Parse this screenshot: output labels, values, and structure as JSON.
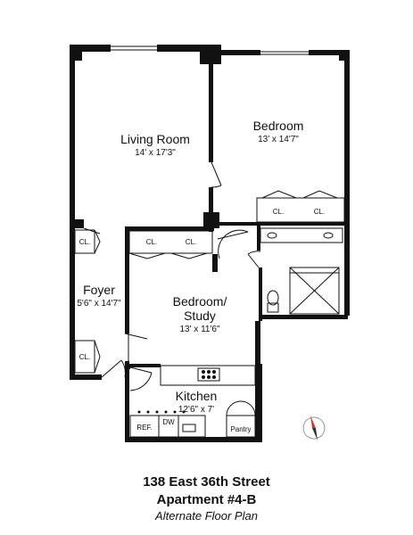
{
  "rooms": {
    "living_room": {
      "name": "Living Room",
      "dims": "14' x 17'3\""
    },
    "bedroom": {
      "name": "Bedroom",
      "dims": "13' x 14'7\""
    },
    "bedroom_study": {
      "name_line1": "Bedroom/",
      "name_line2": "Study",
      "dims": "13' x 11'6\""
    },
    "foyer": {
      "name": "Foyer",
      "dims": "5'6\" x 14'7\""
    },
    "kitchen": {
      "name": "Kitchen",
      "dims": "12'6\" x 7'"
    }
  },
  "fixtures": {
    "closet": "CL.",
    "refrigerator": "REF.",
    "dishwasher": "DW",
    "pantry": "Pantry"
  },
  "footer": {
    "address": "138 East 36th Street",
    "apartment": "Apartment #4-B",
    "subtitle": "Alternate Floor Plan"
  },
  "colors": {
    "wall": "#111111",
    "compass_accent": "#d9342b"
  }
}
